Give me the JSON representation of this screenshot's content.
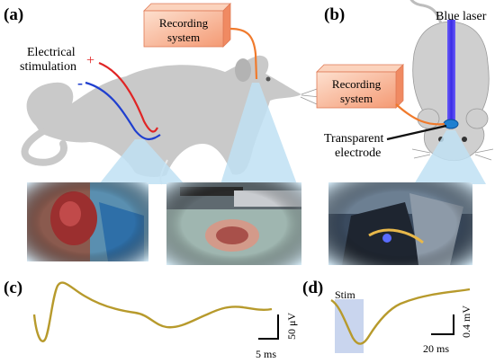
{
  "panels": {
    "a": "(a)",
    "b": "(b)",
    "c": "(c)",
    "d": "(d)"
  },
  "labels": {
    "electrical_stimulation_line1": "Electrical",
    "electrical_stimulation_line2": "stimulation",
    "plus": "+",
    "minus": "-",
    "recording_a_line1": "Recording",
    "recording_a_line2": "system",
    "recording_b_line1": "Recording",
    "recording_b_line2": "system",
    "blue_laser": "Blue laser",
    "transparent_line1": "Transparent",
    "transparent_line2": "electrode",
    "stim": "Stim"
  },
  "scalebars": {
    "c_amplitude": "50 μV",
    "c_time": "5 ms",
    "d_amplitude": "0.4 mV",
    "d_time": "20 ms"
  },
  "colors": {
    "rat_body": "#c9c9c9",
    "rat_dark": "#a9a9a9",
    "box_fill": "#f6a47f",
    "box_edge": "#e07a55",
    "wire": "#f07a2c",
    "positive": "#e02525",
    "negative": "#1f3fcf",
    "trace": "#b79a2c",
    "laser": "#4a3cf0",
    "stim_shade": "#c9d5ee",
    "photo_frame": "#b8d8ee"
  }
}
